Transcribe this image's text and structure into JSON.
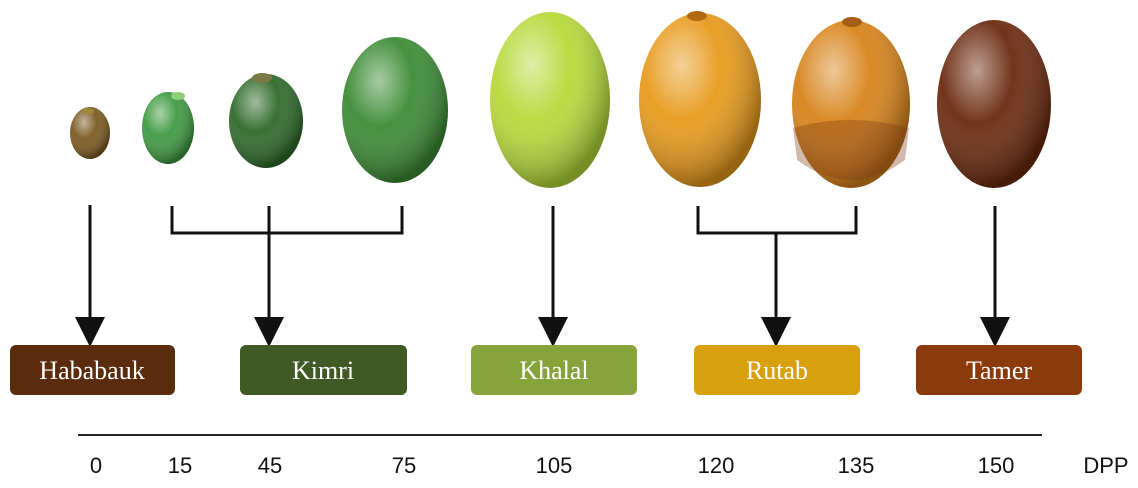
{
  "stages": [
    {
      "label": "Hababauk",
      "color": "#5a2b0c"
    },
    {
      "label": "Kimri",
      "color": "#3f5a25"
    },
    {
      "label": "Khalal",
      "color": "#86a33c"
    },
    {
      "label": "Rutab",
      "color": "#d9a00e"
    },
    {
      "label": "Tamer",
      "color": "#8a3a0b"
    }
  ],
  "fruits": [
    {
      "stage": "Hababauk",
      "color": "#7a5a22"
    },
    {
      "stage": "Kimri",
      "color": "#3f9a42"
    },
    {
      "stage": "Kimri",
      "color": "#2f6a2a"
    },
    {
      "stage": "Kimri",
      "color": "#3c8c35"
    },
    {
      "stage": "Khalal",
      "color": "#b7d93a"
    },
    {
      "stage": "Rutab",
      "color": "#e79a1b"
    },
    {
      "stage": "Rutab",
      "color": "#d8831a"
    },
    {
      "stage": "Tamer",
      "color": "#6b2a0f"
    }
  ],
  "axis": {
    "ticks": [
      "0",
      "15",
      "45",
      "75",
      "105",
      "120",
      "135",
      "150"
    ],
    "unit": "DPP"
  }
}
